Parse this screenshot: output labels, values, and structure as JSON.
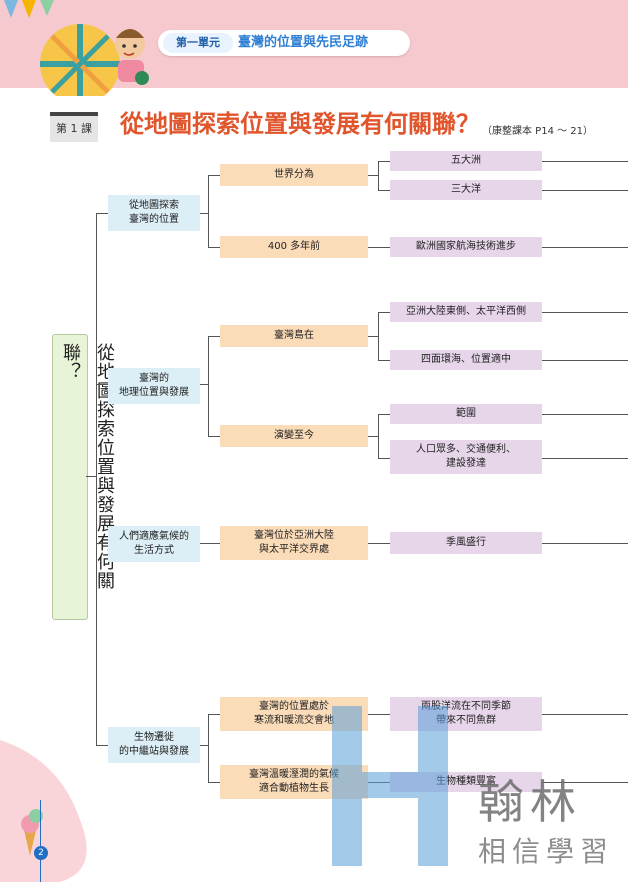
{
  "header": {
    "unit_label": "第一單元",
    "unit_title": "臺灣的位置與先民足跡"
  },
  "lesson": {
    "tag": "第 1 課",
    "title": "從地圖探索位置與發展有何關聯？",
    "reference": "（康整課本 P14 ～ 21）"
  },
  "tree": {
    "root": "從地圖探索位置與發展有何關聯？",
    "branches": [
      {
        "label": "從地圖探索\n臺灣的位置",
        "children": [
          {
            "label": "世界分為",
            "children": [
              "五大洲",
              "三大洋"
            ]
          },
          {
            "label": "400 多年前",
            "children": [
              "歐洲國家航海技術進步"
            ]
          }
        ]
      },
      {
        "label": "臺灣的\n地理位置與發展",
        "children": [
          {
            "label": "臺灣島在",
            "children": [
              "亞洲大陸東側、太平洋西側",
              "四面環海、位置適中"
            ]
          },
          {
            "label": "演變至今",
            "children": [
              "範圍",
              "人口眾多、交通便利、\n建設發達"
            ]
          }
        ]
      },
      {
        "label": "人們適應氣候的\n生活方式",
        "children": [
          {
            "label": "臺灣位於亞洲大陸\n與太平洋交界處",
            "children": [
              "季風盛行"
            ]
          }
        ]
      },
      {
        "label": "生物遷徙\n的中繼站與發展",
        "children": [
          {
            "label": "臺灣的位置處於\n寒流和暖流交會地",
            "children": [
              "兩股洋流在不同季節\n帶來不同魚群"
            ]
          },
          {
            "label": "臺灣溫暖溼潤的氣候\n適合動植物生長",
            "children": [
              "生物種類豐富"
            ]
          }
        ]
      }
    ]
  },
  "watermark": {
    "brand": "翰林",
    "slogan": "相信學習"
  },
  "page_number": "2",
  "colors": {
    "title_orange": "#e0552c",
    "level1_blue": "#dceef6",
    "level2_orange": "#fbdcb9",
    "level3_purple": "#e7d6ea",
    "root_green": "#e8f4d8",
    "header_pink": "#f6c9cf"
  }
}
